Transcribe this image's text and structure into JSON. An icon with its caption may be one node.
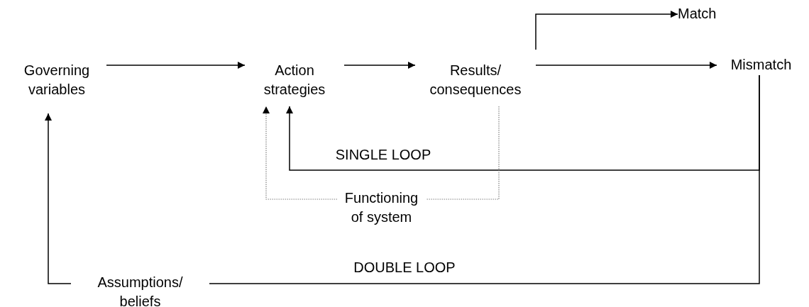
{
  "diagram": {
    "nodes": [
      {
        "text": [
          "Governing variables"
        ]
      },
      {
        "text": [
          "Action strategies"
        ]
      },
      {
        "text": [
          "Results/ consequences"
        ]
      },
      {
        "text": [
          "Match"
        ]
      },
      {
        "text": [
          "Mismatch"
        ]
      },
      {
        "text": [
          "Functioning of system"
        ]
      },
      {
        "text": [
          "Assumptions/ beliefs"
        ]
      }
    ],
    "edges": [
      {
        "from": 0,
        "to": 1,
        "arrow": "to"
      },
      {
        "from": 1,
        "to": 2,
        "arrow": "to"
      },
      {
        "from": 2,
        "to": 3,
        "arrow": "to"
      },
      {
        "from": 2,
        "to": 4,
        "arrow": "to"
      },
      {
        "from": 4,
        "to": 1,
        "arrow": "to",
        "label": "SINGLE LOOP"
      },
      {
        "from": 5,
        "to": 1,
        "arrow": "to",
        "style": "dashed",
        "color": "#808080"
      },
      {
        "from": 2,
        "to": 5,
        "arrow": "none",
        "style": "dashed",
        "color": "#808080"
      },
      {
        "from": 4,
        "to": 6,
        "arrow": "none",
        "label": "DOUBLE LOOP"
      },
      {
        "from": 6,
        "to": 0,
        "arrow": "to"
      }
    ]
  }
}
